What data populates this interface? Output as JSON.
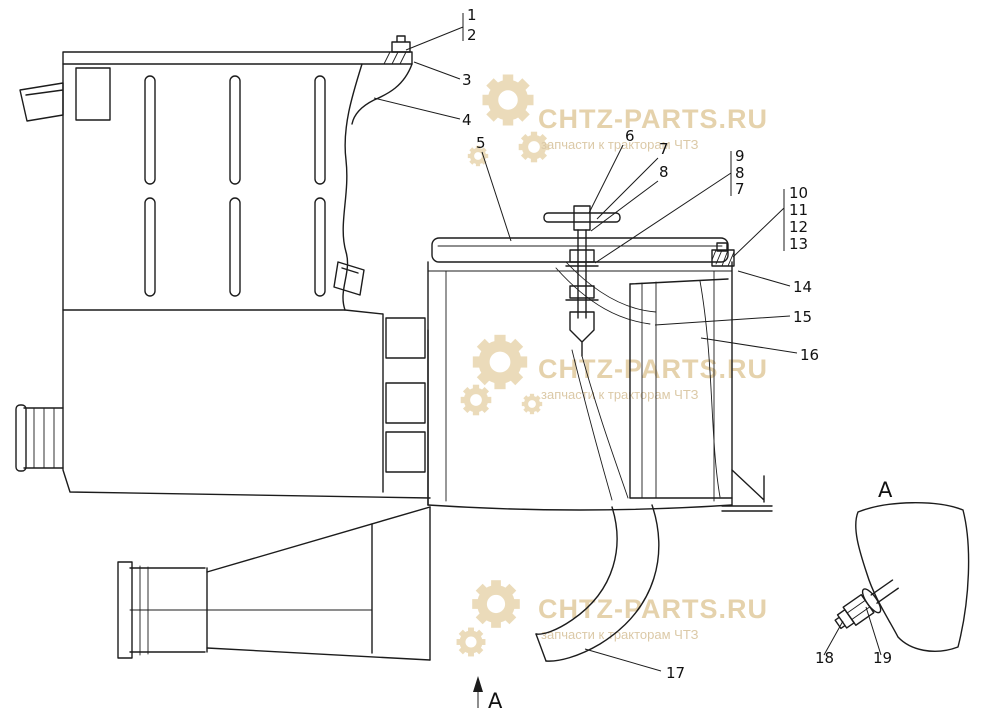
{
  "callouts": {
    "c1": "1",
    "c2": "2",
    "c3": "3",
    "c4": "4",
    "c5": "5",
    "c6": "6",
    "c7": "7",
    "c8": "8",
    "c9": "9",
    "c8b": "8",
    "c7b": "7",
    "c10": "10",
    "c11": "11",
    "c12": "12",
    "c13": "13",
    "c14": "14",
    "c15": "15",
    "c16": "16",
    "c17": "17",
    "c18": "18",
    "c19": "19"
  },
  "labels": {
    "detail_view": "A",
    "view_arrow": "A"
  },
  "watermark": {
    "title": "CHTZ-PARTS.RU",
    "subtitle": "запчасти к тракторам ЧТЗ",
    "title_color": "#e3cfa6",
    "subtitle_color": "#d9c5a0",
    "icon_color": "#ead9b5"
  },
  "drawing": {
    "line_color": "#1c1c1c",
    "background": "#ffffff"
  }
}
